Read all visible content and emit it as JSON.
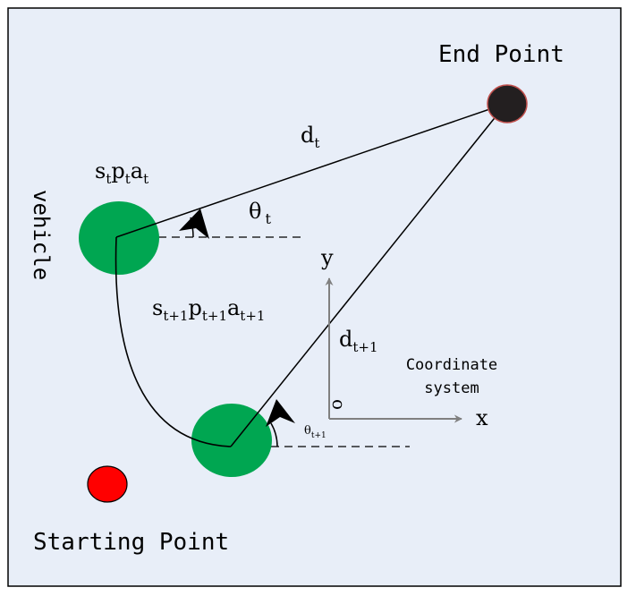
{
  "labels": {
    "end_point": "End Point",
    "starting_point": "Starting Point",
    "vehicle": "vehicle",
    "d_t": {
      "base": "d",
      "sub": "t"
    },
    "d_t1": {
      "base": "d",
      "sub": "t+1"
    },
    "theta_t": {
      "base": "θ",
      "sub": "t"
    },
    "theta_t1": {
      "base": "θ",
      "sub": "t+1"
    },
    "state_t": [
      {
        "base": "s",
        "sub": "t"
      },
      {
        "base": "p",
        "sub": "t"
      },
      {
        "base": "a",
        "sub": "t"
      }
    ],
    "state_t1": [
      {
        "base": "s",
        "sub": "t+1"
      },
      {
        "base": "p",
        "sub": "t+1"
      },
      {
        "base": "a",
        "sub": "t+1"
      }
    ],
    "axis_x": "x",
    "axis_y": "y",
    "origin": "o",
    "coordinate_system_line1": "Coordinate",
    "coordinate_system_line2": "system"
  },
  "colors": {
    "panel_background": "#e8eef8",
    "vehicle_green": "#00a651",
    "end_point_fill": "#231f20",
    "end_point_stroke": "#c0504d",
    "start_point_fill": "#ff0000",
    "axis_gray": "#808080"
  }
}
